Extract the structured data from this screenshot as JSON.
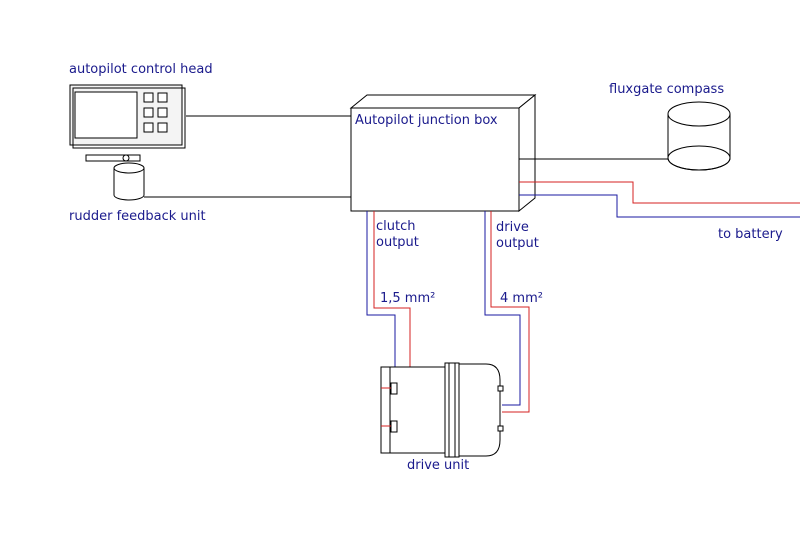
{
  "labels": {
    "control_head": "autopilot control head",
    "junction_box": "Autopilot junction box",
    "compass": "fluxgate compass",
    "rudder_feedback": "rudder feedback unit",
    "clutch_output_line1": "clutch",
    "clutch_output_line2": "output",
    "drive_output_line1": "drive",
    "drive_output_line2": "output",
    "clutch_wire_size": "1,5 mm²",
    "drive_wire_size": "4 mm²",
    "battery": "to battery",
    "drive_unit": "drive unit"
  },
  "colors": {
    "positive_wire": "#d42020",
    "negative_wire": "#1a1aa0",
    "signal_wire": "#000000",
    "text": "#1a1a8c"
  }
}
